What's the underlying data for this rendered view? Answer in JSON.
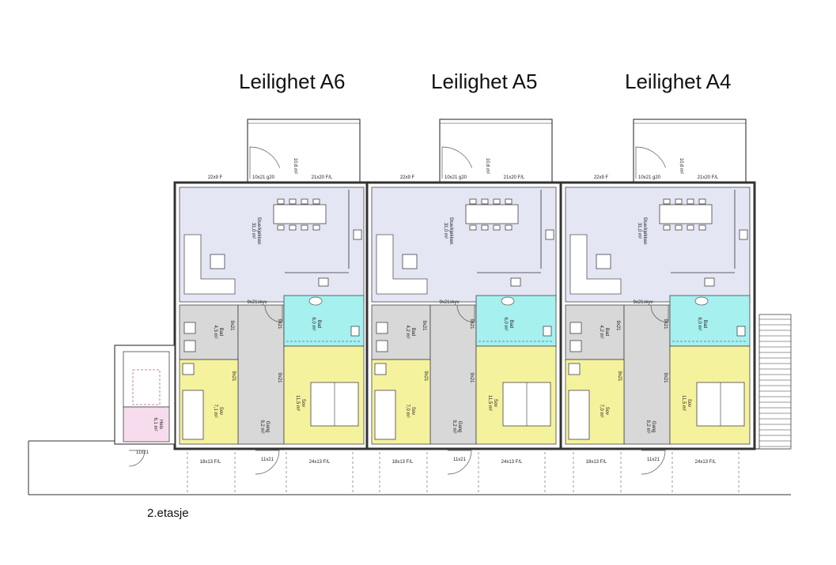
{
  "floor_label": "2.etasje",
  "colors": {
    "kitchen": "#e4e6f4",
    "bath": "#a6f0f0",
    "bedroom": "#f5f29e",
    "hall": "#d8d8d8",
    "storage": "#d8d8d8",
    "lift": "#f6dcec",
    "wall": "#333333"
  },
  "apartments": [
    {
      "title": "Leilighet A6",
      "balcony_area": "10,6 m²",
      "top_labels": [
        "22x9 F",
        "10x21 g20",
        "21x20 F/L"
      ],
      "kitchen": {
        "name": "Stue/kjøkken",
        "area": "31,0 m²"
      },
      "door_label": "9x21skyv",
      "storage": {
        "name": "Bad",
        "area": "4,3 m²",
        "door": "9x21"
      },
      "bath": {
        "name": "Bad",
        "area": "6,0 m²",
        "door": "9x21"
      },
      "bed_small": {
        "name": "Sov",
        "area": "7,1 m²",
        "door": "9x21"
      },
      "hall": {
        "name": "Gang",
        "area": "9,2 m²"
      },
      "bed_large": {
        "name": "Sov",
        "area": "11,5 m²",
        "door": "9x21"
      },
      "bottom_labels": [
        "18x13 F/L",
        "11x21",
        "24x13 F/L"
      ]
    },
    {
      "title": "Leilighet A5",
      "balcony_area": "10,6 m²",
      "top_labels": [
        "22x9 F",
        "10x21 g20",
        "21x20 F/L"
      ],
      "kitchen": {
        "name": "Stue/kjøkken",
        "area": "31,0 m²"
      },
      "door_label": "9x21skyv",
      "storage": {
        "name": "Bad",
        "area": "4,2 m²",
        "door": "9x21"
      },
      "bath": {
        "name": "Bad",
        "area": "6,0 m²",
        "door": "9x21"
      },
      "bed_small": {
        "name": "Sov",
        "area": "7,0 m²",
        "door": "9x21"
      },
      "hall": {
        "name": "Gang",
        "area": "9,2 m²"
      },
      "bed_large": {
        "name": "Sov",
        "area": "11,5 m²",
        "door": "9x21"
      },
      "bottom_labels": [
        "18x13 F/L",
        "11x21",
        "24x13 F/L"
      ]
    },
    {
      "title": "Leilighet A4",
      "balcony_area": "10,6 m²",
      "top_labels": [
        "22x9 F",
        "10x21 g20",
        "21x20 F/L"
      ],
      "kitchen": {
        "name": "Stue/kjøkken",
        "area": "31,0 m²"
      },
      "door_label": "9x21skyv",
      "storage": {
        "name": "Bad",
        "area": "4,2 m²",
        "door": "9x21"
      },
      "bath": {
        "name": "Bad",
        "area": "6,0 m²",
        "door": "9x21"
      },
      "bed_small": {
        "name": "Sov",
        "area": "7,0 m²",
        "door": "9x21"
      },
      "hall": {
        "name": "Gang",
        "area": "9,2 m²"
      },
      "bed_large": {
        "name": "Sov",
        "area": "11,5 m²",
        "door": "9x21"
      },
      "bottom_labels": [
        "18x13 F/L",
        "11x21",
        "24x13 F/L"
      ]
    }
  ],
  "lift": {
    "name": "Heis",
    "area": "6,1 m²",
    "door": "11x21"
  }
}
